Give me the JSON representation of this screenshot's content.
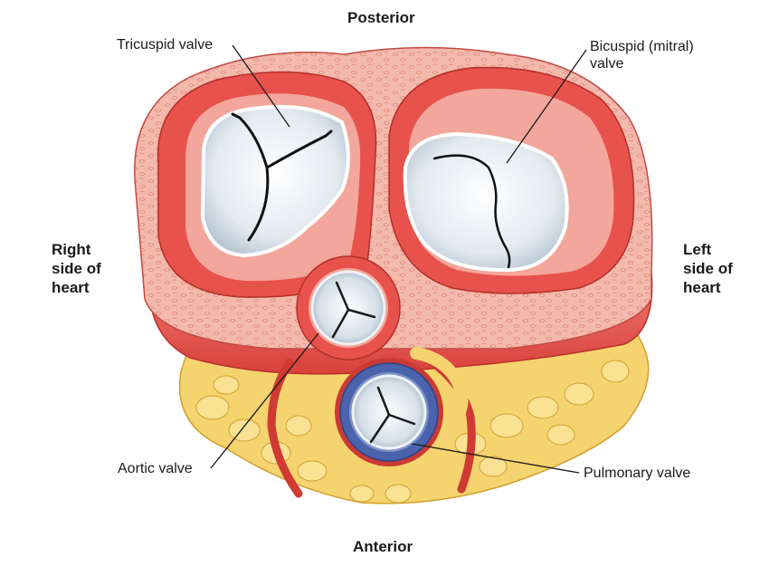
{
  "orientation": {
    "top": "Posterior",
    "bottom": "Anterior",
    "left": [
      "Right",
      "side of",
      "heart"
    ],
    "right": [
      "Left",
      "side of",
      "heart"
    ]
  },
  "valves": {
    "tricuspid": "Tricuspid valve",
    "mitral": [
      "Bicuspid (mitral)",
      "valve"
    ],
    "aortic": "Aortic valve",
    "pulmonary": "Pulmonary valve"
  },
  "colors": {
    "myocardium": "#e5534e",
    "myocardium_dark": "#c92f2d",
    "myocardium_light": "#f08a80",
    "fibrous_tissue": "#f2b3a6",
    "fat": "#f7d978",
    "fat_outline": "#d8a93a",
    "valve_leaflet": "#dfe7ee",
    "pulmonary_ring": "#4a63ad"
  }
}
